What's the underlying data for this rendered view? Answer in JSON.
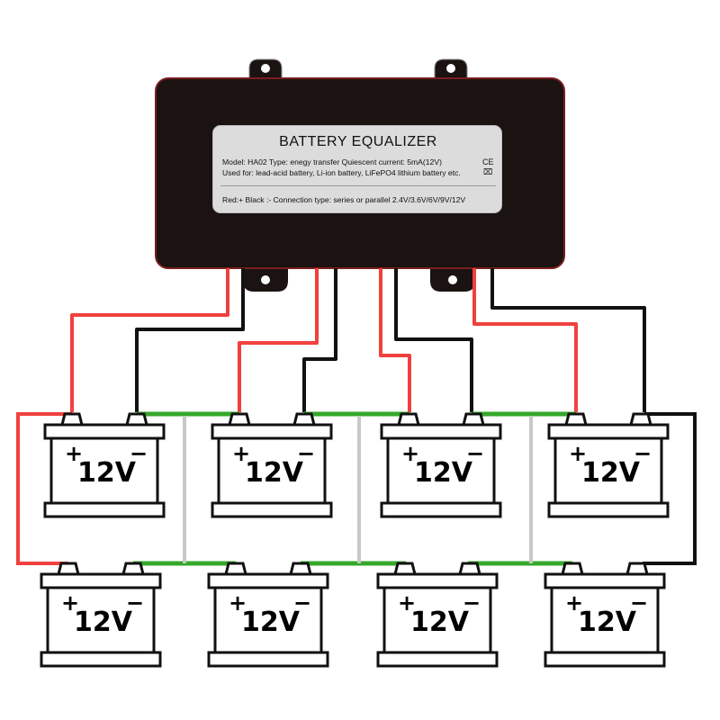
{
  "device": {
    "title": "BATTERY EQUALIZER",
    "line1": "Model: HA02   Type: enegy transfer   Quiescent current: 5mA(12V)",
    "line2": "Used for: lead-acid battery, Li-ion battery, LiFePO4 lithium battery etc.",
    "line3": "Red:+  Black :-    Connection type: series or parallel   2.4V/3.6V/6V/9V/12V",
    "ce_mark": "CE",
    "weee_mark": "⌧"
  },
  "batteries": [
    {
      "voltage": "12V",
      "plus": "+",
      "minus": "−"
    },
    {
      "voltage": "12V",
      "plus": "+",
      "minus": "−"
    },
    {
      "voltage": "12V",
      "plus": "+",
      "minus": "−"
    },
    {
      "voltage": "12V",
      "plus": "+",
      "minus": "−"
    },
    {
      "voltage": "12V",
      "plus": "+",
      "minus": "−"
    },
    {
      "voltage": "12V",
      "plus": "+",
      "minus": "−"
    },
    {
      "voltage": "12V",
      "plus": "+",
      "minus": "−"
    },
    {
      "voltage": "12V",
      "plus": "+",
      "minus": "−"
    }
  ],
  "colors": {
    "positive_wire": "#f0413e",
    "negative_wire": "#111111",
    "series_link": "#35a82a",
    "parallel_link": "#c8c8c8",
    "device_body": "#1b1212"
  }
}
